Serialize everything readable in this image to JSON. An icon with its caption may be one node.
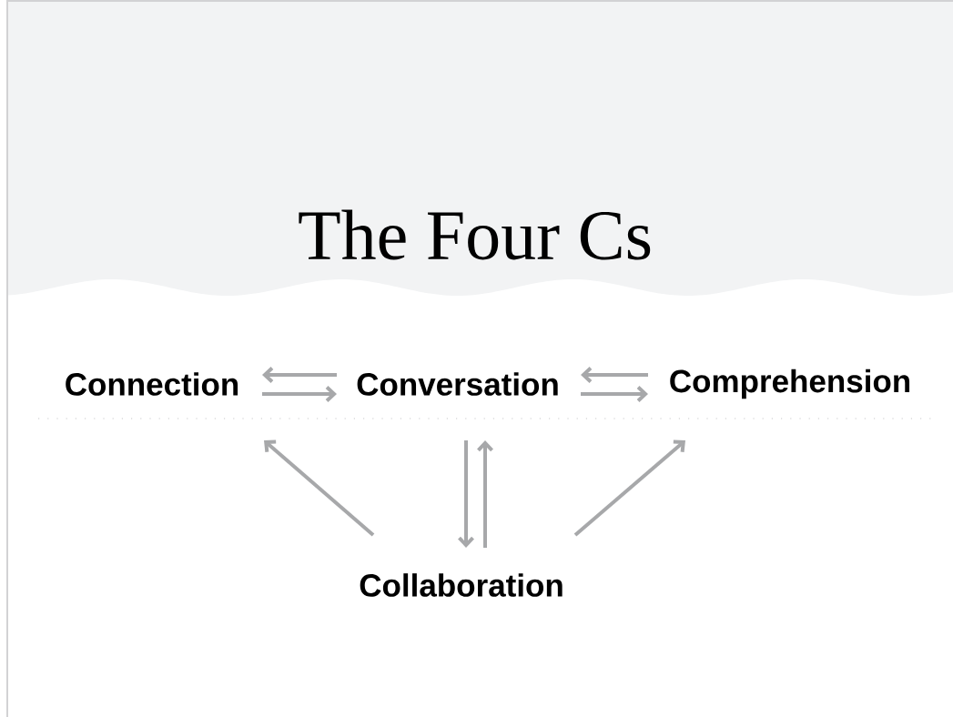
{
  "diagram": {
    "title": "The Four Cs",
    "nodes": [
      {
        "text": [
          "Connection"
        ]
      },
      {
        "text": [
          "Conversation"
        ]
      },
      {
        "text": [
          "Comprehension"
        ]
      },
      {
        "text": [
          "Collaboration"
        ]
      }
    ],
    "edges": [
      {
        "from": 1,
        "to": 0,
        "arrow": "to"
      },
      {
        "from": 0,
        "to": 1,
        "arrow": "to"
      },
      {
        "from": 2,
        "to": 1,
        "arrow": "to"
      },
      {
        "from": 1,
        "to": 2,
        "arrow": "to"
      },
      {
        "from": 3,
        "to": 0,
        "arrow": "to"
      },
      {
        "from": 1,
        "to": 3,
        "arrow": "to"
      },
      {
        "from": 3,
        "to": 1,
        "arrow": "to"
      },
      {
        "from": 3,
        "to": 2,
        "arrow": "to"
      }
    ]
  }
}
